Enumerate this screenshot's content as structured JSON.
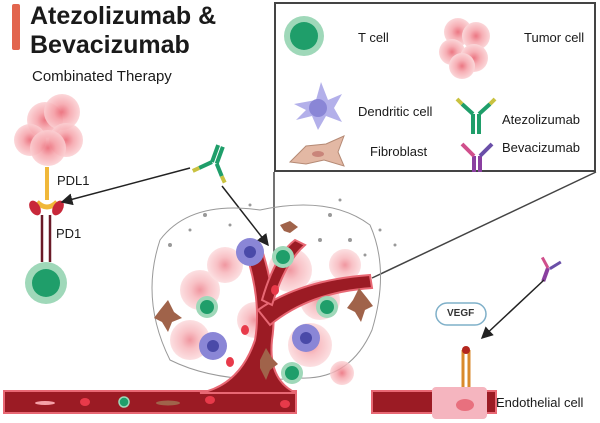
{
  "title": {
    "line1": "Atezolizumab  &",
    "line2": "Bevacizumab",
    "subtitle": "Combinated Therapy"
  },
  "left_panel": {
    "ligand": "PDL1",
    "receptor": "PD1"
  },
  "legend": {
    "items": [
      {
        "label": "T cell",
        "icon": "t-cell-icon"
      },
      {
        "label": "Tumor cell",
        "icon": "tumor-cell-icon"
      },
      {
        "label": "Dendritic cell",
        "icon": "dendritic-cell-icon"
      },
      {
        "label": "Atezolizumab",
        "icon": "atezolizumab-antibody-icon"
      },
      {
        "label": "Fibroblast",
        "icon": "fibroblast-icon"
      },
      {
        "label": "Bevacizumab",
        "icon": "bevacizumab-antibody-icon"
      }
    ]
  },
  "right_panel": {
    "growth_factor": "VEGF",
    "cell": "Endothelial cell"
  },
  "colors": {
    "accent": "#e2654e",
    "tcell": "#1f9e6a",
    "tumor": "#f19aa3",
    "vessel": "#9b1b24",
    "dendritic": "#8a86d6",
    "fibroblast": "#a0634a",
    "atezo": "#1f9e6a",
    "bev": "#8a3fa0"
  }
}
